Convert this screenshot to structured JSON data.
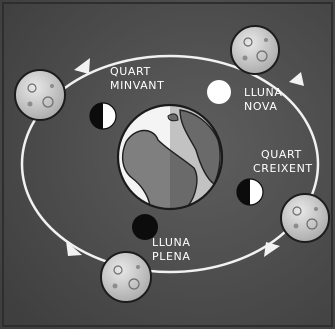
{
  "labels": {
    "quart_minvant": [
      "QUART",
      "MINVANT"
    ],
    "lluna_nova": [
      "LLUNA",
      "NOVA"
    ],
    "quart_creixent": [
      "QUART",
      "CREIXENT"
    ],
    "lluna_plena": [
      "LLUNA",
      "PLENA"
    ]
  },
  "colors": {
    "background": "#555555",
    "orbit": "#f2f2f2",
    "earth_ocean": "#f4f4f4",
    "earth_land": "#7f7f7f",
    "moon": "#d9d9d9",
    "phase_dark": "#0c0c0c",
    "phase_light": "#ffffff"
  }
}
